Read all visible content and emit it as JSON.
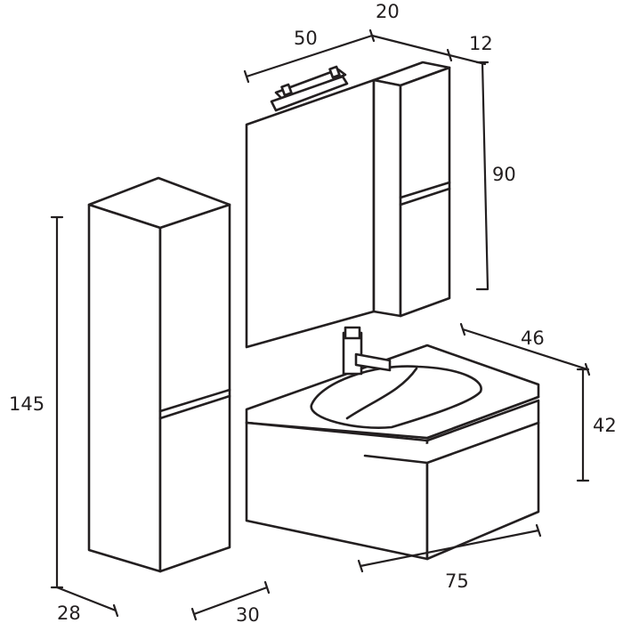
{
  "dimensions": {
    "mirror_width": "50",
    "column_width": "20",
    "column_depth": "12",
    "mirror_height": "90",
    "tall_cabinet_height": "145",
    "vanity_depth": "46",
    "vanity_height": "42",
    "vanity_width": "75",
    "tall_cabinet_width": "28",
    "tall_cabinet_depth": "30"
  },
  "colors": {
    "line": "#231f20",
    "background": "#ffffff"
  }
}
